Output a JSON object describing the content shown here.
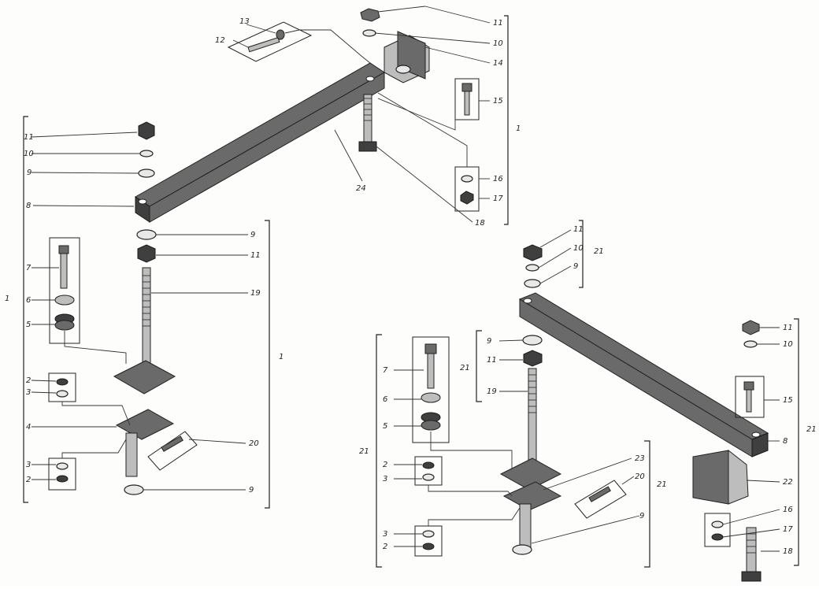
{
  "labels": {
    "n1": "1",
    "n2": "2",
    "n3": "3",
    "n4": "4",
    "n5": "5",
    "n6": "6",
    "n7": "7",
    "n8": "8",
    "n9": "9",
    "n10": "10",
    "n11": "11",
    "n12": "12",
    "n13": "13",
    "n14": "14",
    "n15": "15",
    "n16": "16",
    "n17": "17",
    "n18": "18",
    "n19": "19",
    "n20": "20",
    "n21": "21",
    "n22": "22",
    "n23": "23",
    "n24": "24"
  },
  "colors": {
    "metal": "#6a6a6a",
    "metal_dark": "#3f3f3f",
    "background": "#fdfdfb"
  }
}
